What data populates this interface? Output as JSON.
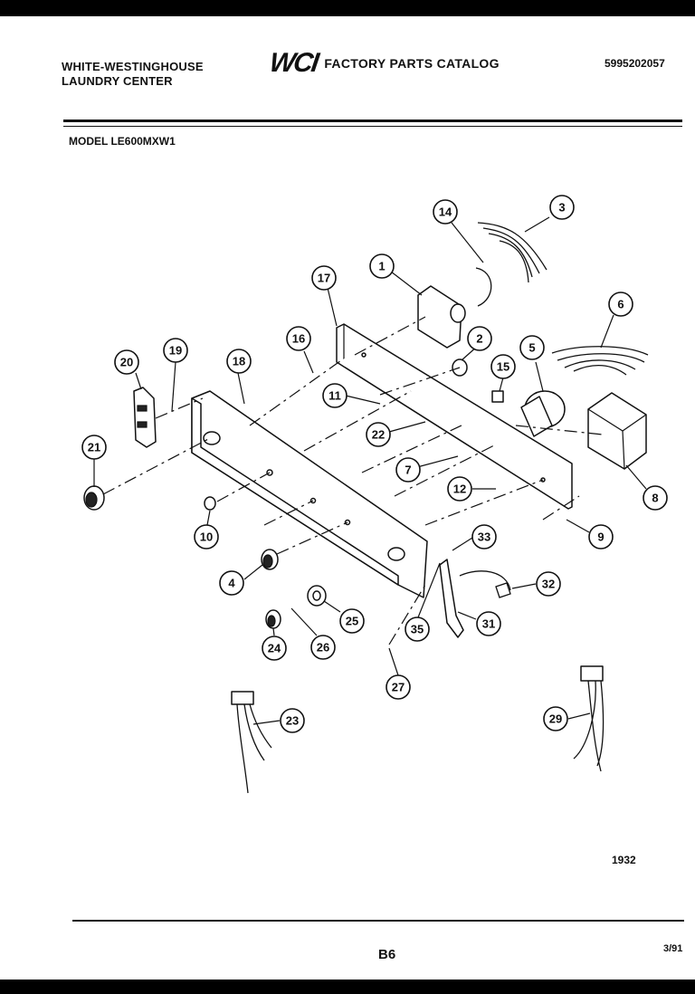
{
  "header": {
    "brand_line1": "WHITE-WESTINGHOUSE",
    "brand_line2": "LAUNDRY CENTER",
    "logo_text": "WCI",
    "catalog_title": "FACTORY PARTS CATALOG",
    "catalog_number": "5995202057"
  },
  "model": "MODEL LE600MXW1",
  "figure_number": "1932",
  "footer": {
    "page": "B6",
    "date": "3/91"
  },
  "callouts": [
    "1",
    "2",
    "3",
    "4",
    "5",
    "6",
    "7",
    "8",
    "9",
    "10",
    "11",
    "12",
    "14",
    "15",
    "16",
    "17",
    "18",
    "19",
    "20",
    "21",
    "22",
    "23",
    "24",
    "25",
    "26",
    "27",
    "29",
    "31",
    "32",
    "33",
    "35"
  ]
}
